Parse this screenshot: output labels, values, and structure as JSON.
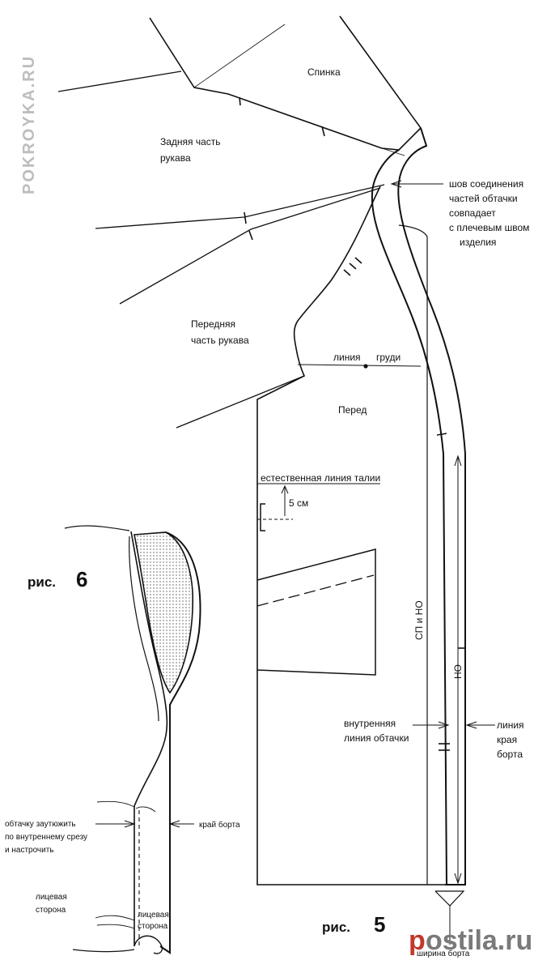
{
  "watermark_side": "POKROYKA.RU",
  "watermark_logo": {
    "prefix": "p",
    "text": "ostila.ru",
    "accent": "#c0392b"
  },
  "labels": {
    "back": "Спинка",
    "back_sleeve_1": "Задняя часть",
    "back_sleeve_2": "рукава",
    "front_sleeve_1": "Передняя",
    "front_sleeve_2": "часть рукава",
    "front": "Перед",
    "chest_line_1": "линия",
    "chest_line_2": "груди",
    "waist_line": "естественная линия талии",
    "five_cm": "5 см",
    "sp_no": "СП и НО",
    "no": "НО",
    "seam_note": [
      "шов соединения",
      "частей обтачки",
      "совпадает",
      "с плечевым швом",
      "изделия"
    ],
    "inner_line": [
      "внутренняя",
      "линия обтачки"
    ],
    "edge_line": [
      "линия",
      "края",
      "борта"
    ],
    "fig5_prefix": "рис.",
    "fig5_num": "5",
    "bort_width": "ширина борта",
    "fig6_prefix": "рис.",
    "fig6_num": "6",
    "tighten_note": [
      "обтачку заутюжить",
      "по внутреннему срезу",
      "и настрочить"
    ],
    "edge_note": "край борта",
    "face_side": [
      "лицевая",
      "сторона"
    ],
    "face_side_small": [
      "лицевая",
      "сторона"
    ]
  }
}
